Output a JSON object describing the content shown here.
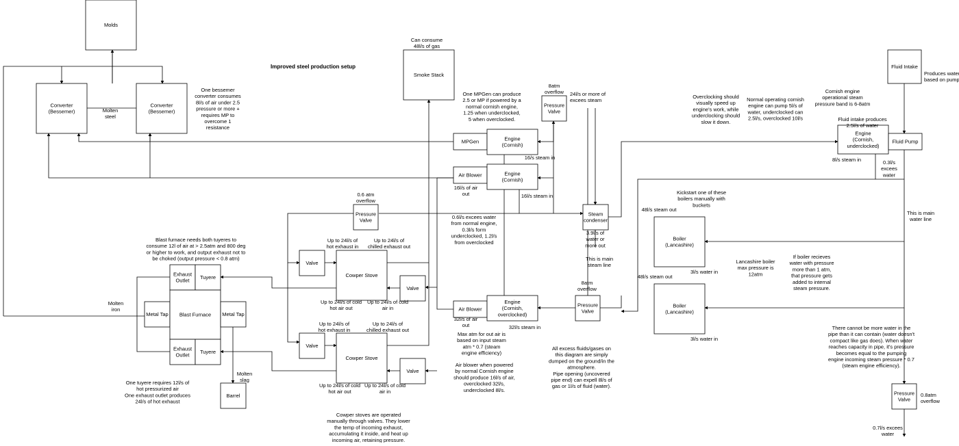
{
  "title": "Improved steel production setup",
  "nodes": {
    "molds": "Molds",
    "converter_left": [
      "Converter",
      "(Bessemer)"
    ],
    "converter_right": [
      "Converter",
      "(Bessemer)"
    ],
    "smoke_stack": "Smoke Stack",
    "fluid_intake": "Fluid Intake",
    "mpgen": "MPGen",
    "engine_mpgen": [
      "Engine",
      "(Cornish)"
    ],
    "pressure_valve_top": [
      "Pressure",
      "Valve"
    ],
    "air_blower_top": "Air Blower",
    "engine_blower_top": [
      "Engine",
      "(Cornish)"
    ],
    "engine_fluid": [
      "Engine",
      "(Cornish,",
      "underclocked)"
    ],
    "fluid_pump": "Fluid Pump",
    "pressure_valve_left": [
      "Pressure",
      "Valve"
    ],
    "steam_condenser": [
      "Steam",
      "condenser"
    ],
    "boiler_top": [
      "Boiler",
      "(Lancashire)"
    ],
    "valve_1": "Valve",
    "cowper_stove_top": "Cowper Stove",
    "valve_2": "Valve",
    "exhaust_outlet_top": [
      "Exhaust",
      "Outlet"
    ],
    "tuyere_top": "Tuyere",
    "metal_tap_left": "Metal Tap",
    "blast_furnace": "Blast Furnace",
    "metal_tap_right": "Metal Tap",
    "air_blower_bottom": "Air Blower",
    "engine_blower_bottom": [
      "Engine",
      "(Cornish,",
      "overclocked)"
    ],
    "pressure_valve_mid": [
      "Pressure",
      "Valve"
    ],
    "boiler_bottom": [
      "Boiler",
      "(Lancashire)"
    ],
    "valve_3": "Valve",
    "cowper_stove_bottom": "Cowper Stove",
    "valve_4": "Valve",
    "exhaust_outlet_bottom": [
      "Exhaust",
      "Outlet"
    ],
    "tuyere_bottom": "Tuyere",
    "barrel": "Barrel",
    "pressure_valve_right": [
      "Pressure",
      "Valve"
    ]
  },
  "labels": {
    "molten_steel": [
      "Molten",
      "steel"
    ],
    "bessemer_note": [
      "One bessemer",
      "converter consumes",
      "8l/s of air under 2.5",
      "pressure or more +",
      "requires MP to",
      "overcome 1",
      "resistance"
    ],
    "smoke_consume": [
      "Can consume",
      "48l/s of gas"
    ],
    "produces_water": [
      "Produces water",
      "based on pump"
    ],
    "mpgen_note": [
      "One MPGen can produce",
      "2.5 or MP if powered by a",
      "normal cornish engine,",
      "1.25 when underclocked,",
      "5 when overclocked."
    ],
    "overflow_8atm_top": [
      "8atm",
      "overflow"
    ],
    "excess_steam_24": [
      "24l/s or more of",
      "excees steam"
    ],
    "overclock_note": [
      "Overclocking should",
      "visually speed up",
      "engine's work, while",
      "underclocking should",
      "slow it down."
    ],
    "cornish_pump_note": [
      "Normal operating cornish",
      "engine can pump 5l/s of",
      "water, underclocked can",
      "2.5l/s, overclocked 10l/s"
    ],
    "cornish_band_note": [
      "Cornish engine",
      "operational steam",
      "pressure band is 6-8atm"
    ],
    "fluid_intake_produces": [
      "Fluid intake produces",
      "2.5l/s of water"
    ],
    "steam_in_16_a": "16/s steam in",
    "steam_in_8": "8l/s steam in",
    "excess_water_03": [
      "0.3l/s",
      "excees",
      "water"
    ],
    "air_out_16": [
      "16l/s of air",
      "out"
    ],
    "steam_in_16_b": "16l/s steam in",
    "overflow_06": [
      "0.6 atm",
      "overflow"
    ],
    "kickstart_note": [
      "Kickstart one of these",
      "boilers manually with",
      "buckets"
    ],
    "main_water_line": [
      "This is main",
      "water line"
    ],
    "steam_out_48_top": "48l/s steam out",
    "excess_water_note": [
      "0.6l/s excees water",
      "from normal engine,",
      "0.3l/s form",
      "underclocked, 1.2l/s",
      "from overclocked"
    ],
    "blast_furnace_note": [
      "Blast furnace needs both tuyeres to",
      "consume 12l of air at > 2.5atm and 800 deg",
      "or higher  to work, and output exhaust not to",
      "be choked (output pressure < 0.8 atm)"
    ],
    "hot_exhaust_in_top": [
      "Up to 24l/s of",
      "hot exhaust in"
    ],
    "chilled_exhaust_out_top": [
      "Up to 24l/s of",
      "chilled exhaust out"
    ],
    "condenser_out": [
      "3.9l/s of",
      "water or",
      "more out"
    ],
    "main_steam_line": [
      "This is main",
      "steam line"
    ],
    "boiler_over_1atm": [
      "If boiler recieves",
      "water with pressure",
      "more than 1 atm,",
      "that pressure gets",
      "added to internal",
      "steam pressure."
    ],
    "lancashire_max": [
      "Lancashire boiler",
      "max pressure is",
      "12atm"
    ],
    "water_in_3_top": "3l/s water in",
    "steam_out_48_bottom": "48l/s steam out",
    "overflow_8atm_mid": [
      "8atm",
      "overflow"
    ],
    "molten_iron": [
      "Molten",
      "iron"
    ],
    "cold_hot_air_out_top": [
      "Up to 24l/s of cold",
      "hot air out"
    ],
    "cold_air_in_top": [
      "Up to 24l/s of cold",
      "air in"
    ],
    "air_out_32": [
      "32l/s of air",
      "out"
    ],
    "steam_in_32": "32l/s steam in",
    "hot_exhaust_in_bottom": [
      "Up to 24l/s of",
      "hot exhaust in"
    ],
    "chilled_exhaust_out_bottom": [
      "Up to 24l/s of",
      "chilled exhaust out"
    ],
    "max_atm_note": [
      "Max atm for out air is",
      "based on input steam",
      "atm * 0.7 (steam",
      "engine efficiency)"
    ],
    "water_in_3_bottom": "3l/s water in",
    "water_capacity_note": [
      "There cannot be more water in the",
      "pipe than it can contain (water doesn't",
      "compact like gas does). When water",
      "reaches capacity in pipe, it's pressure",
      "becomes equal to the pumping",
      "engine incoming steam pressure * 0.7",
      "(steam engine efficiency)."
    ],
    "dumped_note": [
      "All excess fluids/gases on",
      "this diagram are simply",
      "dumped on the ground/in the",
      "atmosphere.",
      "Pipe opening (uncovered",
      "pipe end) can expell 8l/s of",
      "gas or 1l/s of fluid (water)."
    ],
    "air_blower_note": [
      "Air blower when powered",
      "by normal Cornish engine",
      "should produce 16l/s of air,",
      "overclocked 32l/s,",
      "underclocked 8l/s."
    ],
    "molten_slag": [
      "Molten",
      "slag"
    ],
    "cold_hot_air_out_bottom": [
      "Up to 24l/s of cold",
      "hot air out"
    ],
    "cold_air_in_bottom": [
      "Up to 24l/s of cold",
      "air in"
    ],
    "overflow_08": [
      "0.8atm",
      "overflow"
    ],
    "tuyere_note": [
      "One tuyere requires 12l/s of",
      "hot pressurized air",
      "One exhaust outlet produces",
      "24l/s of hot exhaust"
    ],
    "cowper_note": [
      "Cowper stoves are operated",
      "manually through valves. They lower",
      "the temp of incoming exhaust,",
      "accumulating it inside, and heat up",
      "incoming air, retaining pressure."
    ],
    "excess_water_07": [
      "0.7l/s excees",
      "water"
    ]
  }
}
